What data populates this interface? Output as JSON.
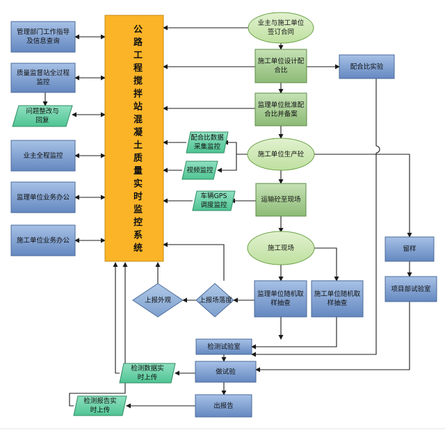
{
  "central": "公路工程搅拌站混凝土质量实时监控系统",
  "nodes": {
    "mgmt": "管理部门工作指导\n及信息查询",
    "quality": "质量监督站全过程\n监控",
    "issue": "问题整改与\n回复",
    "owner_monitor": "业主全程监控",
    "supervisor_office": "监理单位业务办公",
    "builder_office": "施工单位业务办公",
    "contract": "业主与施工单位\n签订合同",
    "design_mix": "施工单位设计配\n合比",
    "mix_test": "配合比实验",
    "approve_mix": "监理单位批准配\n合比并备案",
    "mix_collect": "配合比数据\n采集监控",
    "video": "视频监控",
    "production": "施工单位生产砼",
    "gps": "车辆GPS\n调度监控",
    "transport": "运输砼至现场",
    "site": "施工现场",
    "sample": "留样",
    "supervisor_sampling": "监理单位随机取\n样抽查",
    "builder_sampling": "施工单位随机取\n样抽查",
    "project_lab": "项目部试验室",
    "report_field": "上报场落度",
    "report_appearance": "上报外观",
    "test_lab": "检测试验室",
    "do_test": "做试验",
    "upload_data": "检测数据实\n时上传",
    "issue_report": "出报告",
    "upload_report": "检测报告实\n时上传"
  },
  "colors": {
    "blue_box": "#6f93c8",
    "green_box": "#9ac487",
    "green_ellipse": "#cde6b2",
    "teal_para": "#62cfa3",
    "diamond": "#8fb0d8",
    "central": "#fbb427",
    "line": "#1a1a1a"
  }
}
